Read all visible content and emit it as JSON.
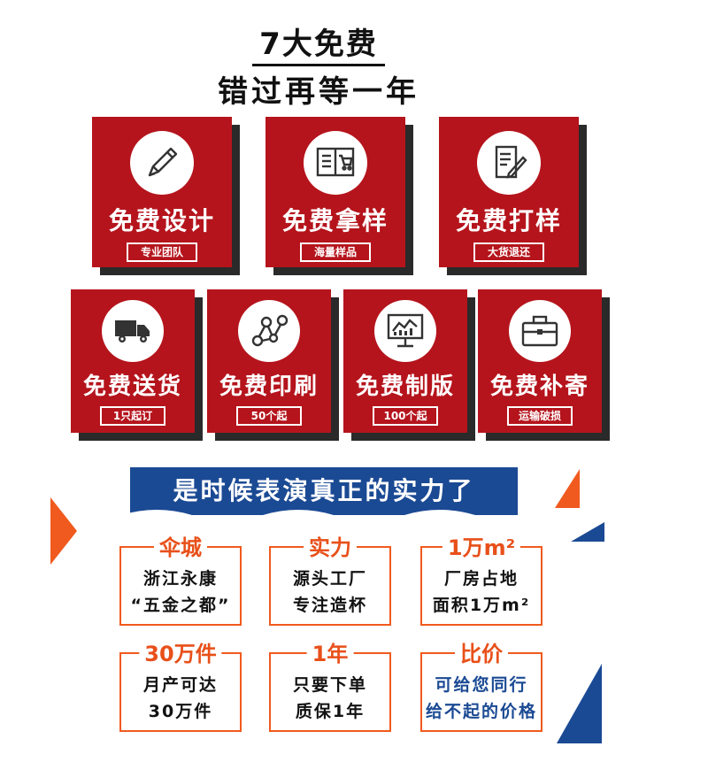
{
  "header": {
    "title": "7大免费",
    "subtitle": "错过再等一年"
  },
  "cards": [
    {
      "name": "免费设计",
      "tag": "专业团队",
      "icon": "pencil-icon"
    },
    {
      "name": "免费拿样",
      "tag": "海量样品",
      "icon": "catalog-icon"
    },
    {
      "name": "免费打样",
      "tag": "大货退还",
      "icon": "document-pen-icon"
    },
    {
      "name": "免费送货",
      "tag": "1只起订",
      "icon": "truck-icon"
    },
    {
      "name": "免费印刷",
      "tag": "50个起",
      "icon": "graph-nodes-icon"
    },
    {
      "name": "免费制版",
      "tag": "100个起",
      "icon": "monitor-chart-icon"
    },
    {
      "name": "免费补寄",
      "tag": "运输破损",
      "icon": "briefcase-icon"
    }
  ],
  "strength": {
    "banner": "是时候表演真正的实力了",
    "boxes": [
      {
        "head": "伞城",
        "line1": "浙江永康",
        "line2": "“五金之都”"
      },
      {
        "head": "实力",
        "line1": "源头工厂",
        "line2": "专注造杯"
      },
      {
        "head": "1万m²",
        "line1": "厂房占地",
        "line2": "面积1万m²"
      },
      {
        "head": "30万件",
        "line1": "月产可达",
        "line2": "30万件"
      },
      {
        "head": "1年",
        "line1": "只要下单",
        "line2": "质保1年"
      },
      {
        "head": "比价",
        "line1": "可给您同行",
        "line2": "给不起的价格"
      }
    ]
  },
  "colors": {
    "card_red": "#b5141c",
    "accent_orange": "#f05a1e",
    "accent_blue": "#1b4a94"
  }
}
